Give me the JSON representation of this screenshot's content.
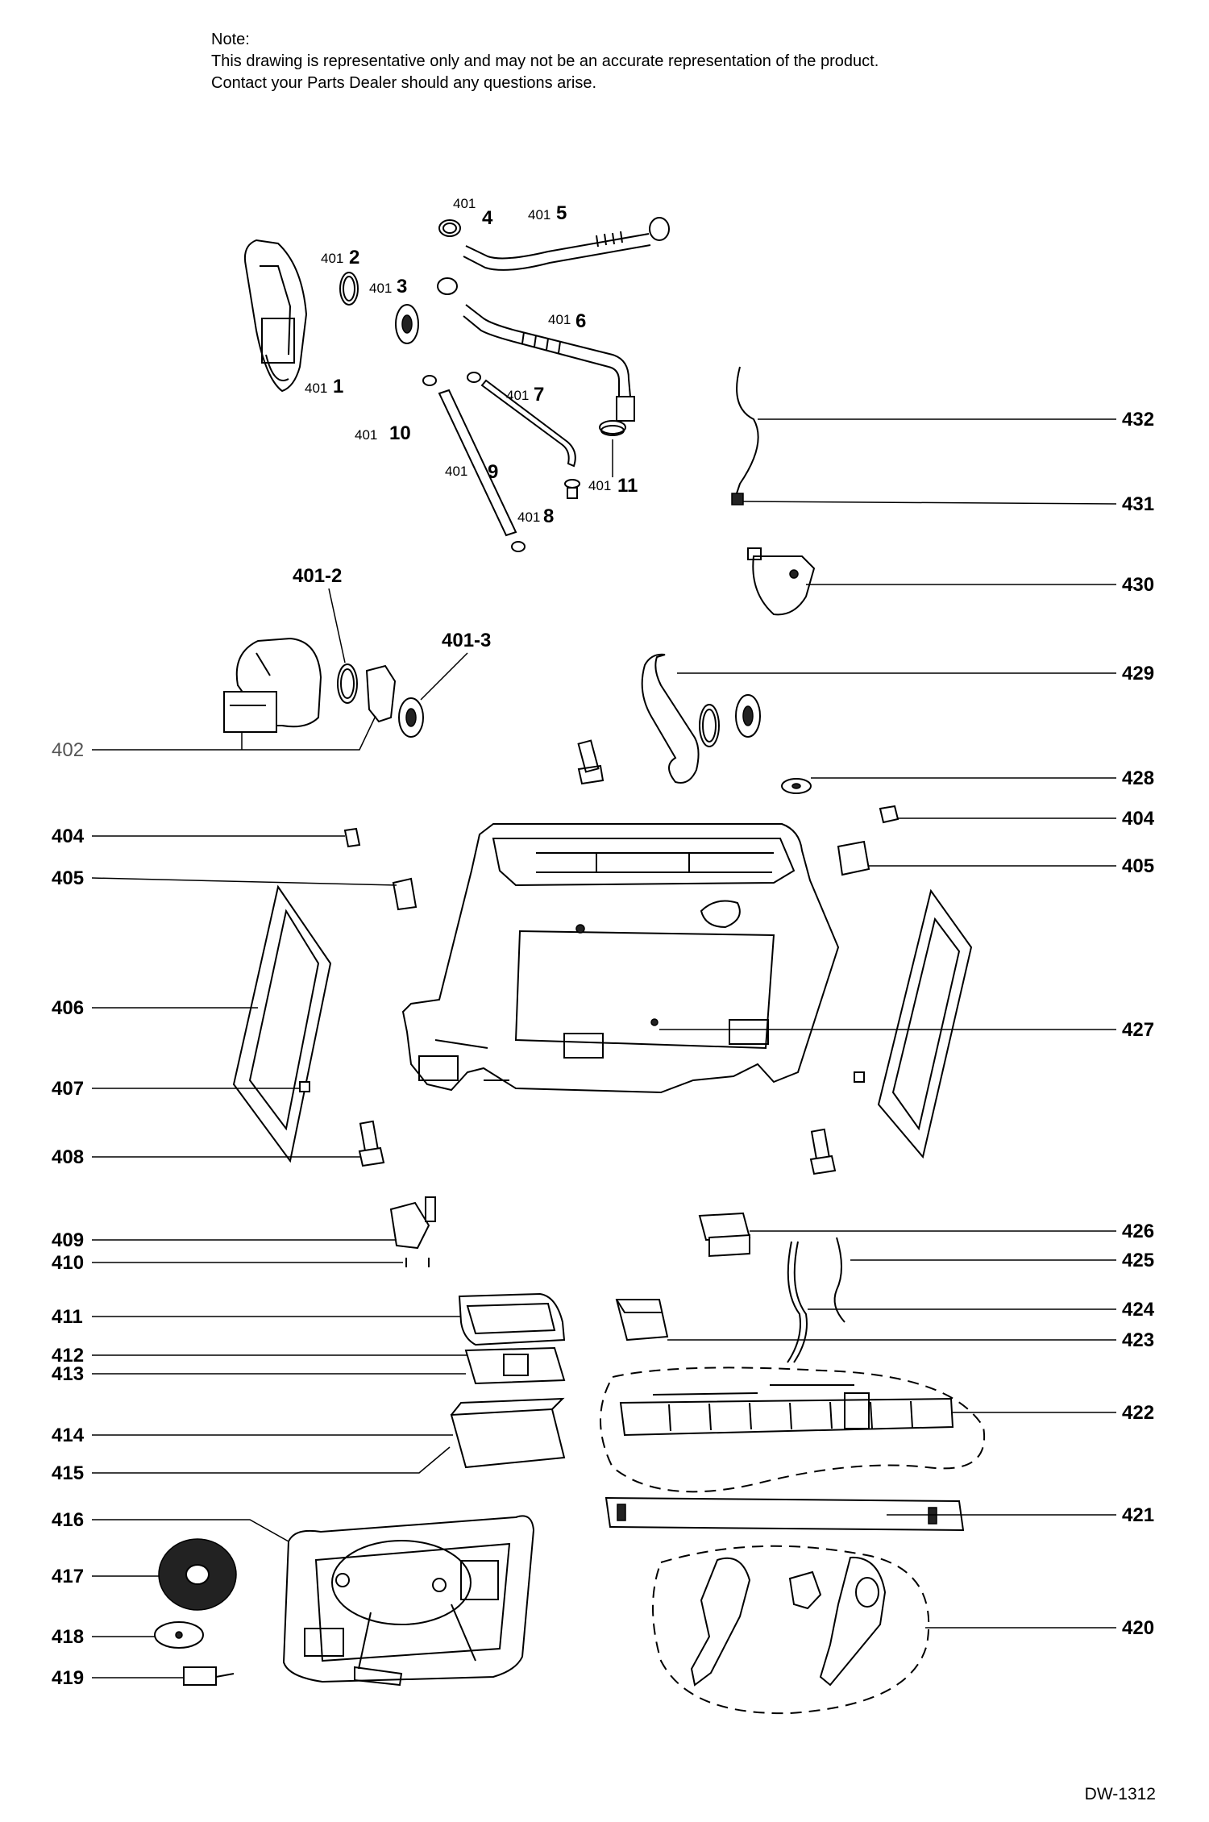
{
  "note": {
    "title": "Note:",
    "line1": "This drawing is representative only and may not be an accurate representation of the product.",
    "line2": "Contact your Parts Dealer should any questions arise."
  },
  "drawing_code": "DW-1312",
  "callouts": {
    "c401_4_prefix": "401",
    "c401_4_num": "4",
    "c401_5_prefix": "401",
    "c401_5_num": "5",
    "c401_2_prefix": "401",
    "c401_2_num": "2",
    "c401_3_prefix": "401",
    "c401_3_num": "3",
    "c401_6_prefix": "401",
    "c401_6_num": "6",
    "c401_1_prefix": "401",
    "c401_1_num": "1",
    "c401_7_prefix": "401",
    "c401_7_num": "7",
    "c401_10_prefix": "401",
    "c401_10_num": "10",
    "c401_9_prefix": "401",
    "c401_9_num": "9",
    "c401_11_prefix": "401",
    "c401_11_num": "11",
    "c401_8_prefix": "401",
    "c401_8_num": "8",
    "c401_dash2": "401-2",
    "c401_dash3": "401-3",
    "c402": "402"
  },
  "left_labels": {
    "l404": "404",
    "l405": "405",
    "l406": "406",
    "l407": "407",
    "l408": "408",
    "l409": "409",
    "l410": "410",
    "l411": "411",
    "l412": "412",
    "l413": "413",
    "l414": "414",
    "l415": "415",
    "l416": "416",
    "l417": "417",
    "l418": "418",
    "l419": "419"
  },
  "right_labels": {
    "r432": "432",
    "r431": "431",
    "r430": "430",
    "r429": "429",
    "r428": "428",
    "r404": "404",
    "r405": "405",
    "r427": "427",
    "r426": "426",
    "r425": "425",
    "r424": "424",
    "r423": "423",
    "r422": "422",
    "r421": "421",
    "r420": "420"
  }
}
